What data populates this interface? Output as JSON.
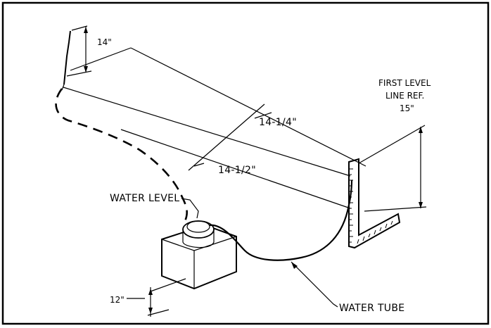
{
  "diagram": {
    "labels": {
      "dim_top_left": "14\"",
      "dim_center_upper": "14-1/4\"",
      "dim_center_lower": "14-1/2\"",
      "first_level_line1": "FIRST LEVEL",
      "first_level_line2": "LINE REF.",
      "first_level_value": "15\"",
      "water_level": "WATER LEVEL",
      "dim_bottom": "12\"",
      "water_tube": "WATER TUBE"
    }
  }
}
